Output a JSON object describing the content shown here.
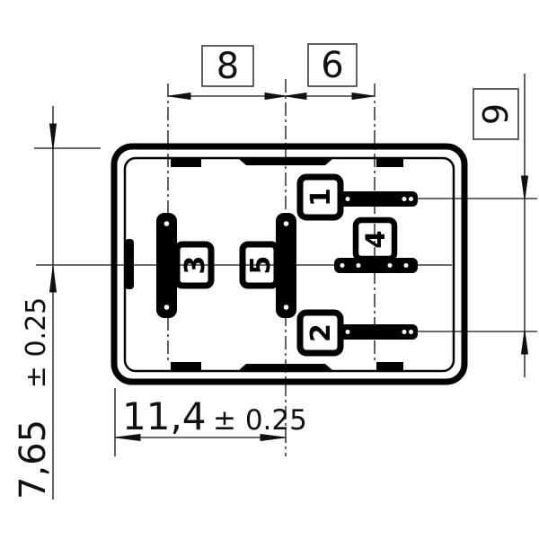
{
  "drawing_type": "relay footprint bottom view",
  "dimensions": {
    "horizontal_8": "8",
    "horizontal_6": "6",
    "vertical_9": "9",
    "vertical_left": {
      "value": "7,65",
      "tolerance": "± 0.25"
    },
    "bottom_width": {
      "value": "11,4",
      "tolerance": "± 0.25"
    }
  },
  "terminals": {
    "t1": "1",
    "t2": "2",
    "t3": "3",
    "t4": "4",
    "t5": "5"
  },
  "colors": {
    "background": "#ffffff",
    "shape": "#000000",
    "line": "#3a3a3a"
  }
}
